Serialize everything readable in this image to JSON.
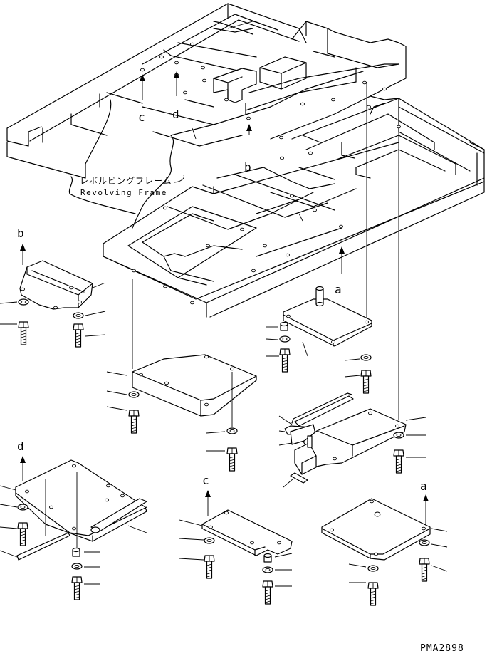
{
  "frame_label": {
    "japanese": "レボルビングフレーム",
    "english": "Revolving Frame"
  },
  "reference_letters": {
    "a": "a",
    "b": "b",
    "c": "c",
    "d": "d"
  },
  "drawing_code": "PMA2898"
}
